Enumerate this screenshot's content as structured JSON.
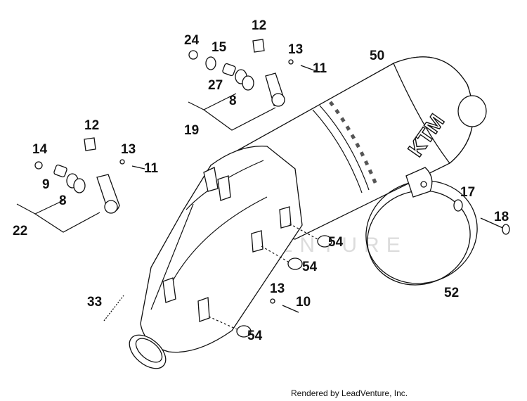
{
  "watermark": "LEADVENTURE",
  "footer": "Rendered by LeadVenture, Inc.",
  "brand_mark": "KTM",
  "labels": {
    "p12a": "12",
    "p24": "24",
    "p15": "15",
    "p13a": "13",
    "p11a": "11",
    "p50": "50",
    "p27": "27",
    "p8a": "8",
    "p19": "19",
    "p12b": "12",
    "p14": "14",
    "p13b": "13",
    "p11b": "11",
    "p9": "9",
    "p8b": "8",
    "p22": "22",
    "p17": "17",
    "p18": "18",
    "p54a": "54",
    "p54b": "54",
    "p52": "52",
    "p33": "33",
    "p13c": "13",
    "p10": "10",
    "p54c": "54"
  }
}
